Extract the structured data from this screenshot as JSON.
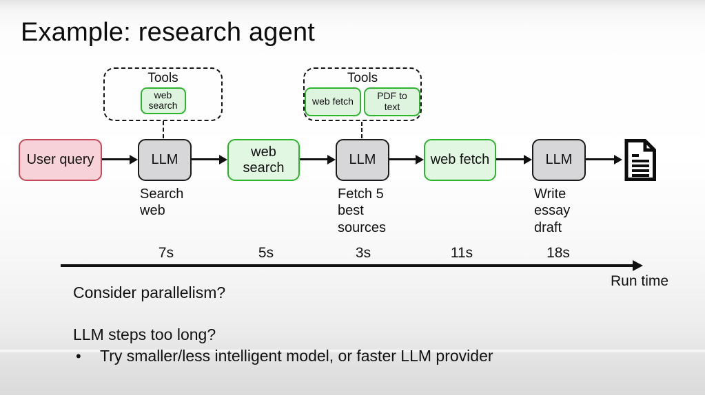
{
  "title": "Example: research agent",
  "colors": {
    "input_fill": "#f7d3d9",
    "input_border": "#c64a59",
    "llm_fill": "#d7d7da",
    "llm_border": "#1b1b1b",
    "tool_fill": "#e2f7e2",
    "tool_border": "#2db52d",
    "text": "#111111"
  },
  "tool_groups": [
    {
      "label": "Tools",
      "tools": [
        {
          "label": "web search"
        }
      ]
    },
    {
      "label": "Tools",
      "tools": [
        {
          "label": "web fetch"
        },
        {
          "label": "PDF to text"
        }
      ]
    }
  ],
  "flow": {
    "nodes": [
      {
        "label": "User query",
        "type": "input"
      },
      {
        "label": "LLM",
        "type": "llm",
        "caption": "Search web"
      },
      {
        "label": "web search",
        "type": "tool"
      },
      {
        "label": "LLM",
        "type": "llm",
        "caption": "Fetch 5 best sources"
      },
      {
        "label": "web fetch",
        "type": "tool"
      },
      {
        "label": "LLM",
        "type": "llm",
        "caption": "Write essay draft"
      }
    ],
    "output_icon": "document-icon"
  },
  "timeline": {
    "durations": [
      "7s",
      "5s",
      "3s",
      "11s",
      "18s"
    ],
    "axis_label": "Run time"
  },
  "notes": {
    "line1": "Consider parallelism?",
    "line2": "LLM steps too long?",
    "bullet": "•",
    "bullet_text": "Try smaller/less intelligent model, or faster LLM provider"
  }
}
